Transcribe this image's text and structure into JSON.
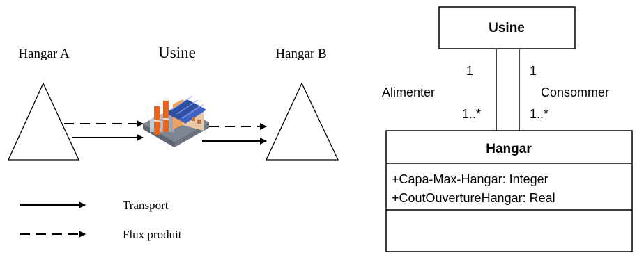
{
  "left_diagram": {
    "hangar_a_label": "Hangar A",
    "usine_label": "Usine",
    "hangar_b_label": "Hangar B",
    "legend": {
      "transport_label": "Transport",
      "flux_label": "Flux produit"
    }
  },
  "uml": {
    "usine_class": {
      "name": "Usine"
    },
    "hangar_class": {
      "name": "Hangar",
      "attributes": [
        "+Capa-Max-Hangar: Integer",
        "+CoutOuvertureHangar: Real"
      ]
    },
    "associations": {
      "alimenter": {
        "name": "Alimenter",
        "mult_usine": "1",
        "mult_hangar": "1..*"
      },
      "consommer": {
        "name": "Consommer",
        "mult_usine": "1",
        "mult_hangar": "1..*"
      }
    }
  }
}
